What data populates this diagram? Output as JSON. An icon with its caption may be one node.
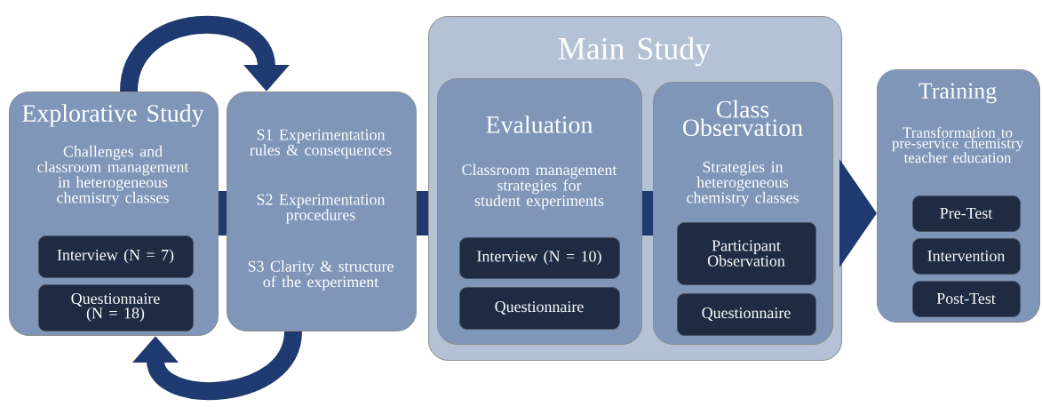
{
  "diagram": {
    "nodes": [
      {
        "text": [
          "Explorative Study",
          "Challenges and classroom management in heterogeneous chemistry classes"
        ]
      },
      {
        "text": [
          "Interview (N = 7)"
        ],
        "in": 0
      },
      {
        "text": [
          "Questionnaire (N = 18)"
        ],
        "in": 0
      },
      {
        "text": [
          "S1 Experimentation rules & consequences",
          "S2 Experimentation procedures",
          "S3 Clarity & structure of the experiment"
        ]
      },
      {
        "text": [
          "Main Study"
        ]
      },
      {
        "text": [
          "Evaluation",
          "Classroom management strategies for student experiments"
        ],
        "in": 4
      },
      {
        "text": [
          "Interview (N = 10)"
        ],
        "in": 5
      },
      {
        "text": [
          "Questionnaire"
        ],
        "in": 5
      },
      {
        "text": [
          "Class Observation",
          "Strategies in heterogeneous chemistry classes"
        ],
        "in": 4
      },
      {
        "text": [
          "Participant Observation"
        ],
        "in": 8
      },
      {
        "text": [
          "Questionnaire"
        ],
        "in": 8
      },
      {
        "text": [
          "Training",
          "Transformation to pre-service chemistry teacher education"
        ]
      },
      {
        "text": [
          "Pre-Test"
        ],
        "in": 11
      },
      {
        "text": [
          "Intervention"
        ],
        "in": 11
      },
      {
        "text": [
          "Post-Test"
        ],
        "in": 11
      }
    ],
    "edges": [
      {
        "from": 0,
        "to": 3,
        "arrow": "to"
      },
      {
        "from": 3,
        "to": 0,
        "arrow": "to"
      },
      {
        "from": 0,
        "to": 3,
        "arrow": "none"
      },
      {
        "from": 3,
        "to": 4,
        "arrow": "none"
      },
      {
        "from": 5,
        "to": 8,
        "arrow": "none"
      },
      {
        "from": 4,
        "to": 11,
        "arrow": "to"
      }
    ]
  }
}
